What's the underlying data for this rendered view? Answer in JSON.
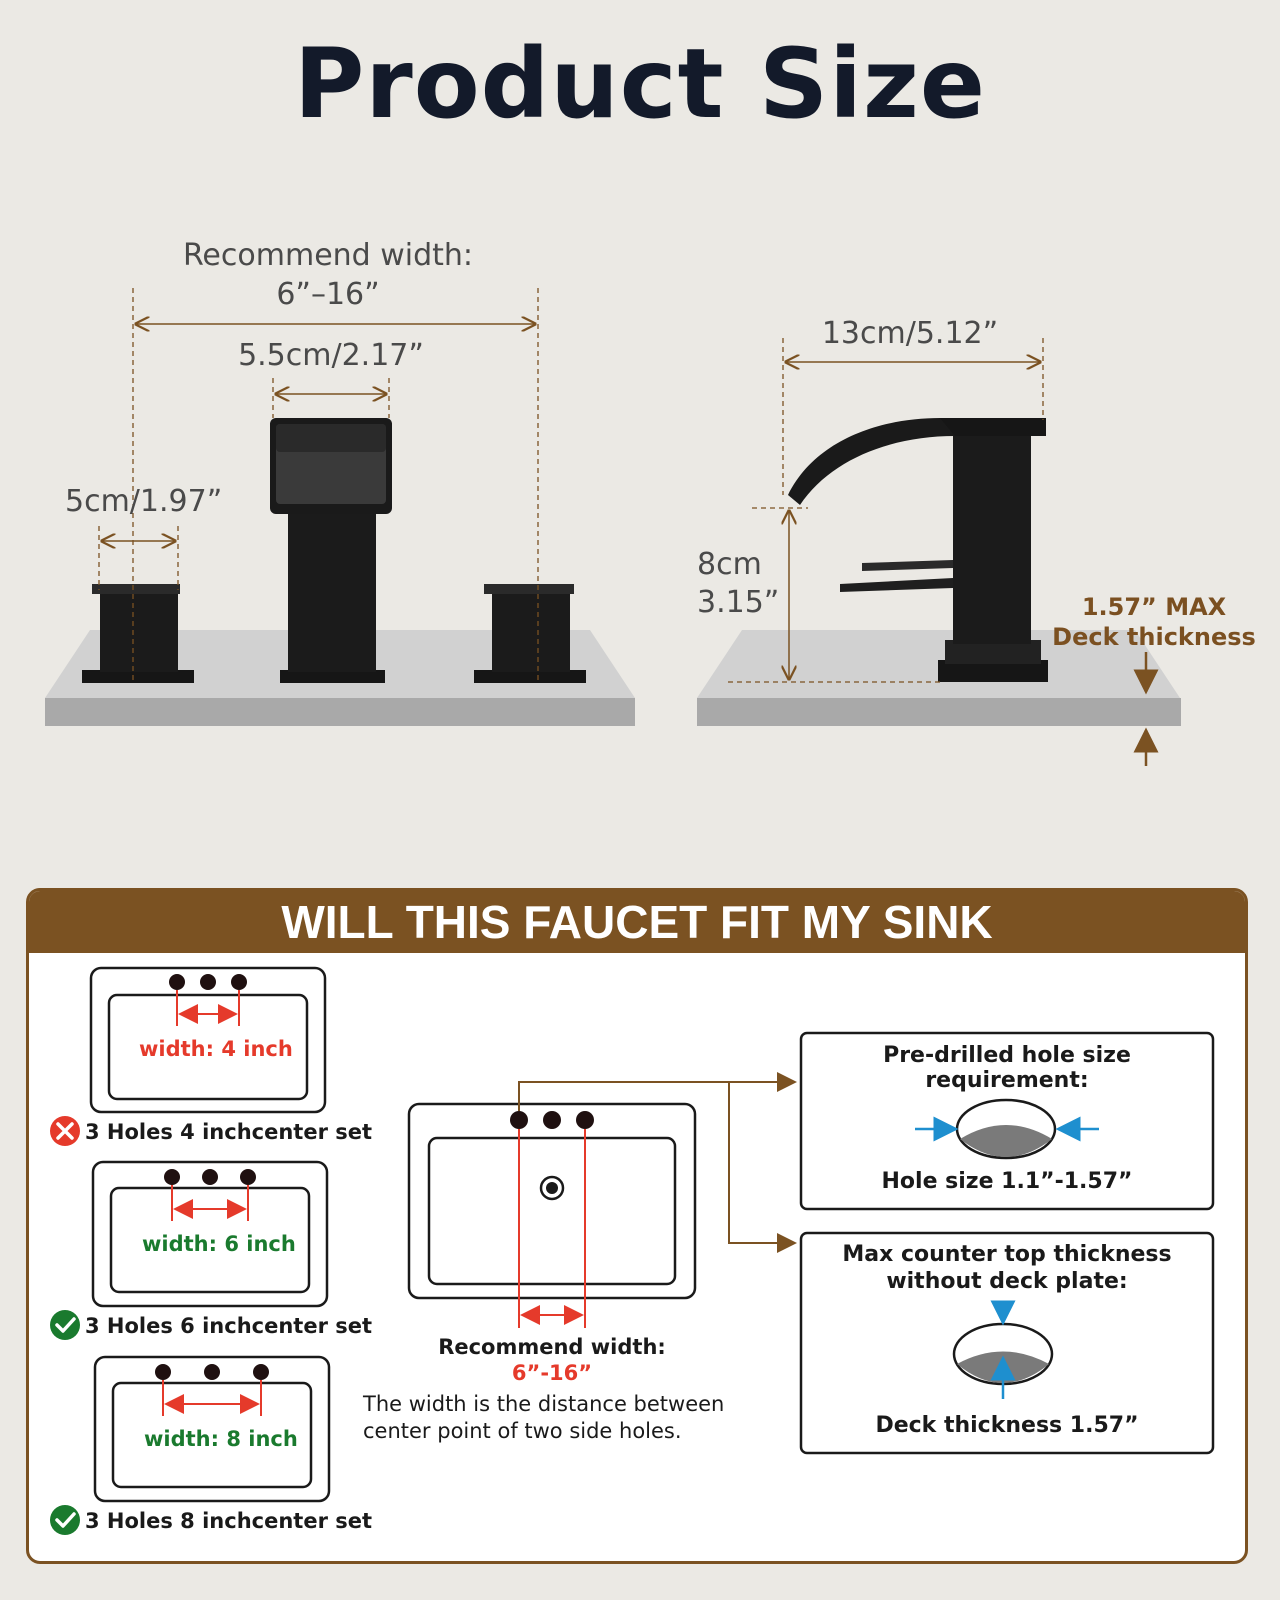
{
  "title": "Product Size",
  "front_view": {
    "recommend_width_line1": "Recommend width:",
    "recommend_width_line2": "6”–16”",
    "spout_width": "5.5cm/2.17”",
    "handle_width": "5cm/1.97”"
  },
  "side_view": {
    "reach": "13cm/5.12”",
    "height_line1": "8cm",
    "height_line2": "3.15”",
    "deck_line1": "1.57” MAX",
    "deck_line2": "Deck thickness"
  },
  "fit_section": {
    "banner": "WILL THIS FAUCET FIT MY SINK",
    "options": [
      {
        "width_label": "width: 4 inch",
        "caption": "3 Holes 4 inchcenter set",
        "fits": false
      },
      {
        "width_label": "width: 6 inch",
        "caption": "3 Holes 6 inchcenter set",
        "fits": true
      },
      {
        "width_label": "width: 8 inch",
        "caption": "3 Holes 8 inchcenter set",
        "fits": true
      }
    ],
    "recommend_label": "Recommend width:",
    "recommend_value": "6”-16”",
    "note_line1": "The width is the distance between",
    "note_line2": "center point of two side holes.",
    "hole_req_title": "Pre-drilled hole size requirement:",
    "hole_size": "Hole size 1.1”-1.57”",
    "thickness_title_line1": "Max counter top thickness",
    "thickness_title_line2": "without deck plate:",
    "deck_thickness": "Deck thickness 1.57”"
  },
  "colors": {
    "brown": "#7b5222",
    "red": "#e53a2b",
    "green": "#1a7a2e",
    "blue": "#1e8fcf",
    "faucet": "#141414",
    "counter": "#a9a9a9"
  }
}
